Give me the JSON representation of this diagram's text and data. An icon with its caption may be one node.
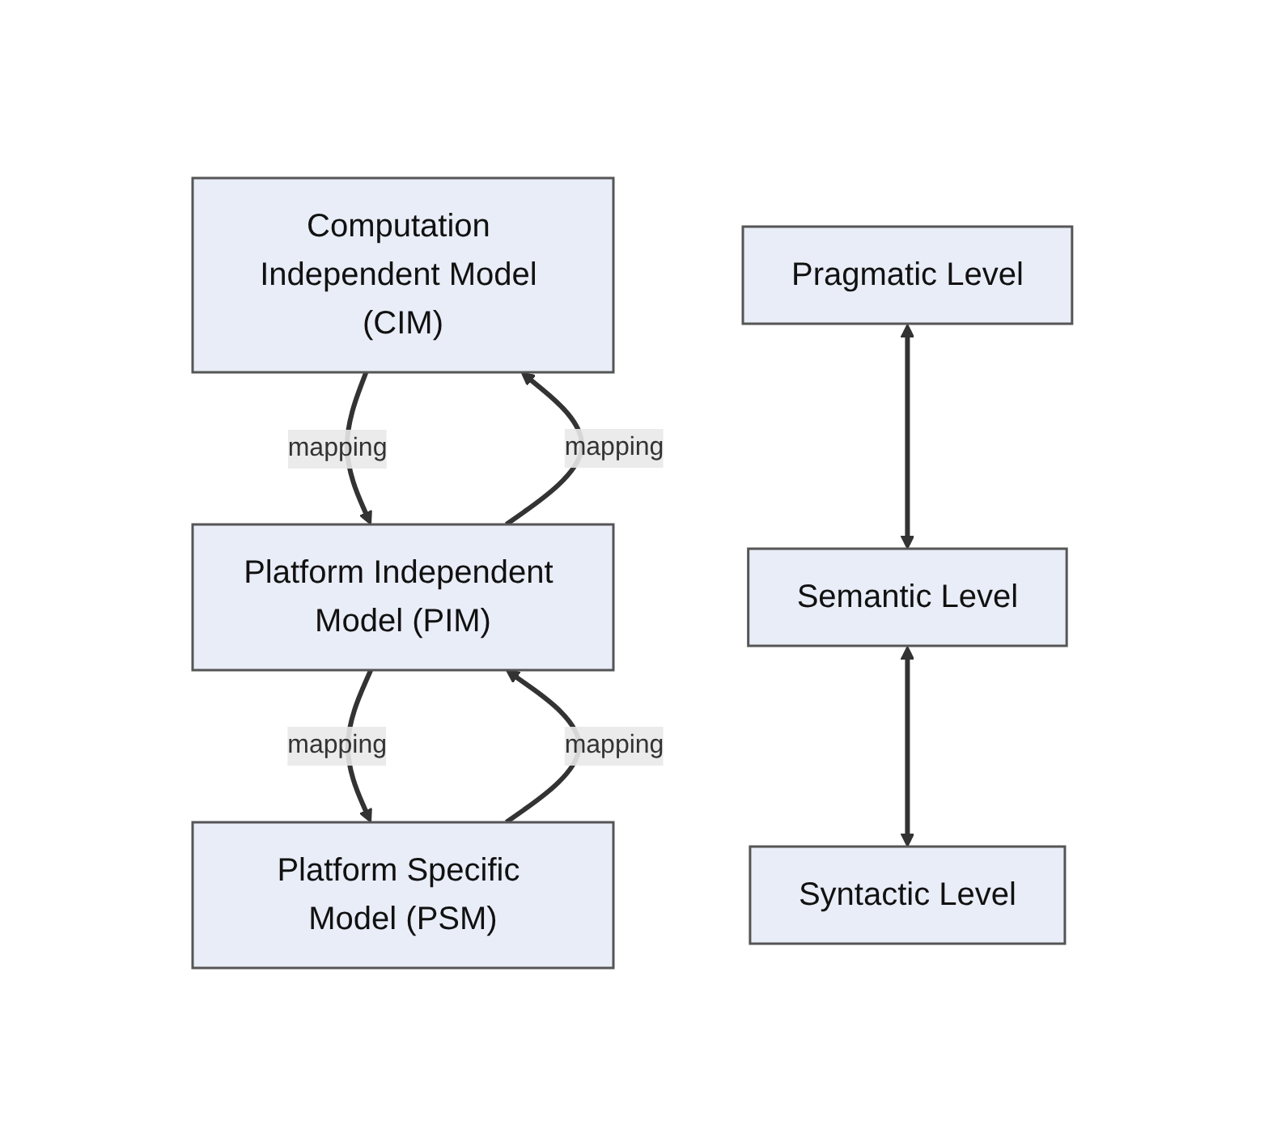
{
  "diagram": {
    "nodes": [
      {
        "text": [
          "Computation Independent Model (CIM)"
        ]
      },
      {
        "text": [
          "Platform Independent Model (PIM)"
        ]
      },
      {
        "text": [
          "Platform Specific Model (PSM)"
        ]
      },
      {
        "text": [
          "Pragmatic Level"
        ]
      },
      {
        "text": [
          "Semantic Level"
        ]
      },
      {
        "text": [
          "Syntactic Level"
        ]
      }
    ],
    "edges": [
      {
        "from": 0,
        "to": 1,
        "arrow": "to",
        "label": "mapping"
      },
      {
        "from": 1,
        "to": 0,
        "arrow": "to",
        "label": "mapping"
      },
      {
        "from": 1,
        "to": 2,
        "arrow": "to",
        "label": "mapping"
      },
      {
        "from": 2,
        "to": 1,
        "arrow": "to",
        "label": "mapping"
      },
      {
        "from": 3,
        "to": 4,
        "arrow": "both"
      },
      {
        "from": 4,
        "to": 5,
        "arrow": "both"
      }
    ]
  }
}
